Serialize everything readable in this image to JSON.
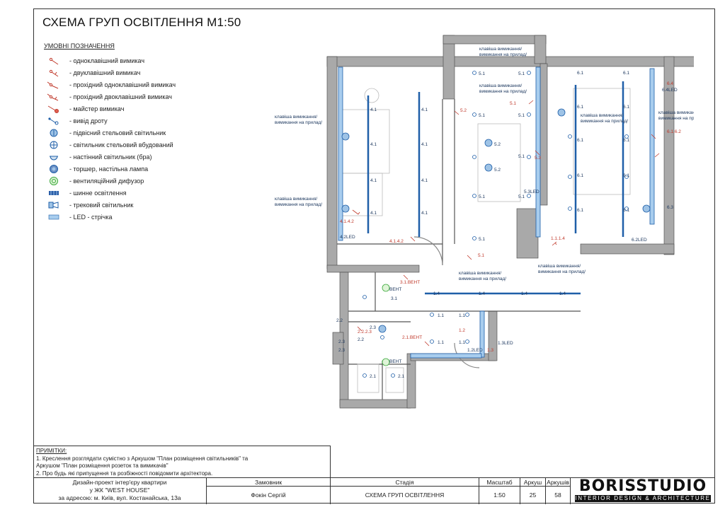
{
  "title": "СХЕМА ГРУП ОСВІТЛЕННЯ М1:50",
  "legend": {
    "heading": "УМОВНІ ПОЗНАЧЕННЯ",
    "items": [
      {
        "icon": "single-switch-icon",
        "label": "- одноклавішний вимикач"
      },
      {
        "icon": "double-switch-icon",
        "label": "- двуклавішний вимикач"
      },
      {
        "icon": "pass-single-switch-icon",
        "label": "- прохідний одноклавішний вимикач"
      },
      {
        "icon": "pass-double-switch-icon",
        "label": "- прохідний двоклавішний вимикач"
      },
      {
        "icon": "master-switch-icon",
        "label": "- майстер вимикач"
      },
      {
        "icon": "wire-outlet-icon",
        "label": "- вивід дроту"
      },
      {
        "icon": "pendant-light-icon",
        "label": "- підвісний стельовий світильник"
      },
      {
        "icon": "recessed-light-icon",
        "label": "- світильник стельовий вбудований"
      },
      {
        "icon": "wall-sconce-icon",
        "label": "- настінний світильник (бра)"
      },
      {
        "icon": "floor-lamp-icon",
        "label": "- торшер, настільна лампа"
      },
      {
        "icon": "vent-diffuser-icon",
        "label": "- вентиляційний дифузор"
      },
      {
        "icon": "bus-lighting-icon",
        "label": "- шинне освітлення"
      },
      {
        "icon": "track-light-icon",
        "label": "- трековий світильник"
      },
      {
        "icon": "led-strip-icon",
        "label": "- LED - стрічка"
      }
    ]
  },
  "colors": {
    "line": "#2a3a4a",
    "accent_blue": "#1f5fa8",
    "red": "#c0392b",
    "wall": "#9a9a9a"
  },
  "plan_labels": {
    "l41": "4.1",
    "l42led": "4.2LED",
    "l4142": "4.1.4.2",
    "l51": "5.1",
    "l52": "5.2",
    "l52led": "5.3LED",
    "l53": "5.3",
    "l61": "6.1",
    "l62led": "6.2LED",
    "l63": "6.3",
    "l64": "6.4",
    "l64led": "6.4LED",
    "l6162": "6.1.6.2",
    "l14": "1.4",
    "l11": "1.1",
    "l12": "1.2",
    "l1114": "1.1.1.4",
    "l13led": "1.3LED",
    "l12led": "1.2LED",
    "l13": "1.3",
    "l22": "2.2",
    "l23": "2.3",
    "l21": "2.1",
    "l21vent": "2.1.ВЕНТ",
    "l2223": "2.2.2.3",
    "l31": "3.1",
    "l31vent": "3.1.ВЕНТ",
    "vent": "ВЕНТ",
    "key1": "клавіша вимикання/",
    "key2": "вимикання на прилад/",
    "key3": "клавіша вимикання/",
    "key4": "вимикання на прилад/"
  },
  "notes": {
    "heading": "ПРИМІТКИ:",
    "line1": "1. Креслення розглядати сумістно з Аркушом \"План розміщення світильників\" та",
    "line2": "Аркушом \"План розміщення розеток та вимикачів\"",
    "line3": "2. Про будь які припущення та розбіжності повідомити архітектора."
  },
  "stamp": {
    "project1": "Дизайн-проект інтер'єру квартири",
    "project2": "у ЖК \"WEST HOUSE\"",
    "project3": "за адресою: м. Київ, вул. Костанайська, 13а",
    "client_head": "Замовник",
    "client": "Фокін Сергій",
    "stage_head": "Стадія",
    "stage": "СХЕМА ГРУП ОСВІТЛЕННЯ",
    "scale_head": "Масштаб",
    "scale": "1:50",
    "sheet_head": "Аркуш",
    "sheet": "25",
    "sheets_head": "Аркушів",
    "sheets": "58",
    "brand": "BORISSTUDIO",
    "brand_sub": "INTERIOR DESIGN & ARCHITECTURE"
  }
}
